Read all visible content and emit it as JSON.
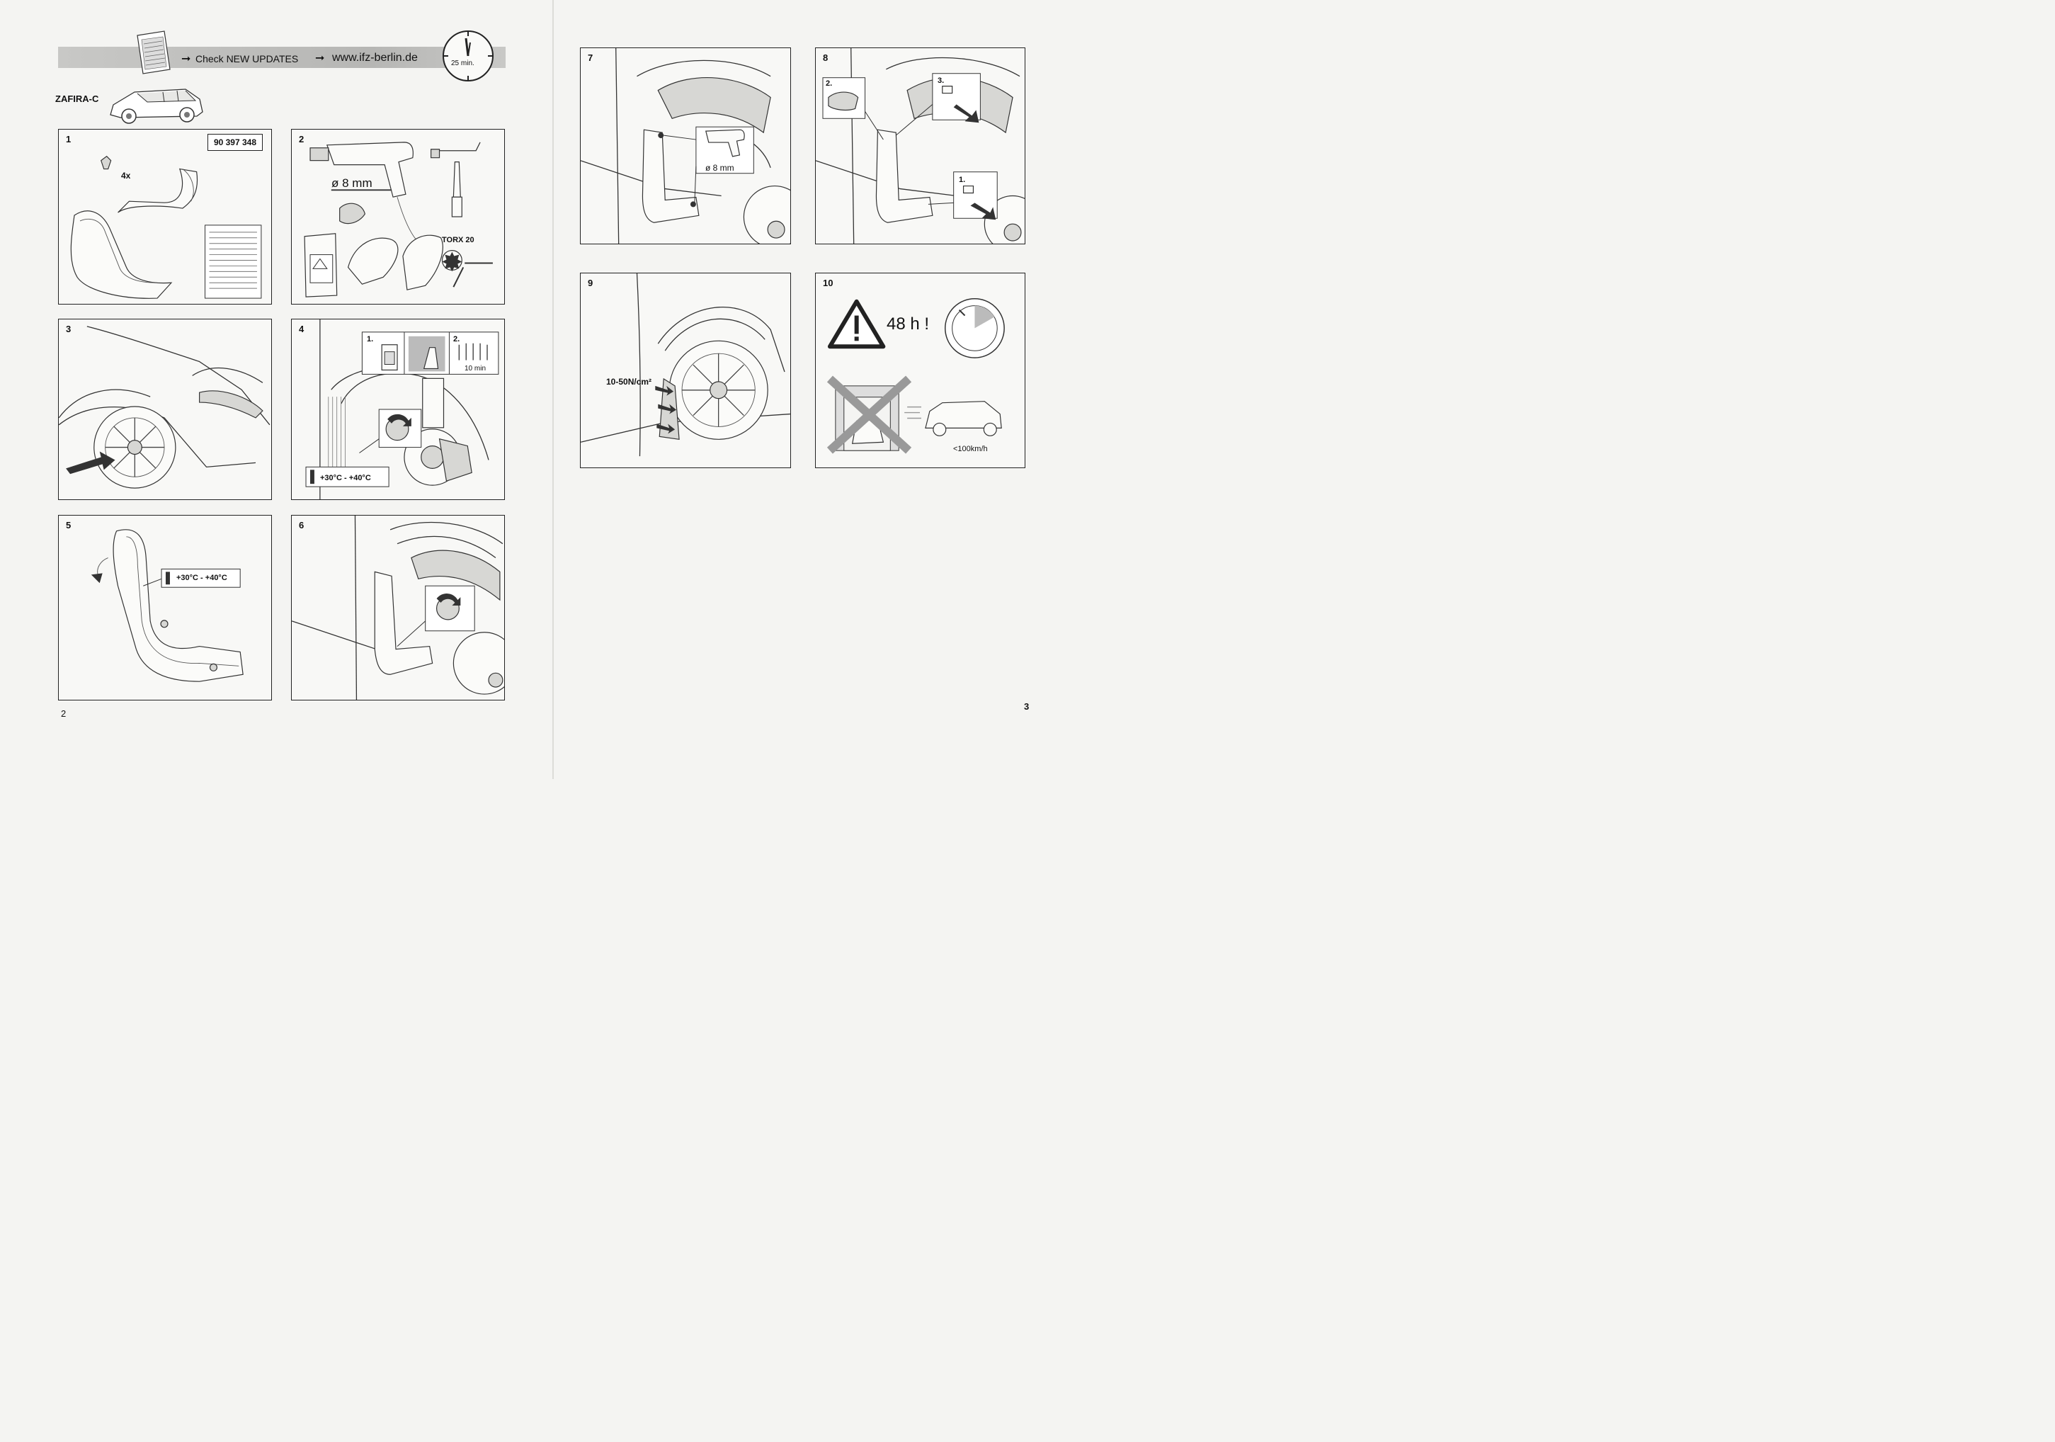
{
  "header": {
    "check_text": "Check NEW UPDATES",
    "url_text": "www.ifz-berlin.de",
    "duration": "25 min.",
    "arrow_glyph": "➞"
  },
  "vehicle": {
    "model": "ZAFIRA-C"
  },
  "steps": {
    "s1": {
      "number": "1",
      "part_number": "90 397 348",
      "clip_count": "4x"
    },
    "s2": {
      "number": "2",
      "drill_size": "ø 8 mm",
      "torx_label": "TORX 20"
    },
    "s3": {
      "number": "3"
    },
    "s4": {
      "number": "4",
      "sub1": "1.",
      "sub2": "2.",
      "dry_time": "10 min",
      "temperature": "+30°C - +40°C"
    },
    "s5": {
      "number": "5",
      "temperature": "+30°C - +40°C"
    },
    "s6": {
      "number": "6"
    },
    "s7": {
      "number": "7",
      "drill_size": "ø 8 mm"
    },
    "s8": {
      "number": "8",
      "sub1": "1.",
      "sub2": "2.",
      "sub3": "3."
    },
    "s9": {
      "number": "9",
      "pressure": "10-50N/cm²"
    },
    "s10": {
      "number": "10",
      "wait_time": "48 h !",
      "speed_limit": "<100km/h"
    }
  },
  "pages": {
    "left": "2",
    "right": "3"
  },
  "colors": {
    "ink": "#222222",
    "paper": "#f4f4f2",
    "header_band": "#bdbdbb"
  }
}
